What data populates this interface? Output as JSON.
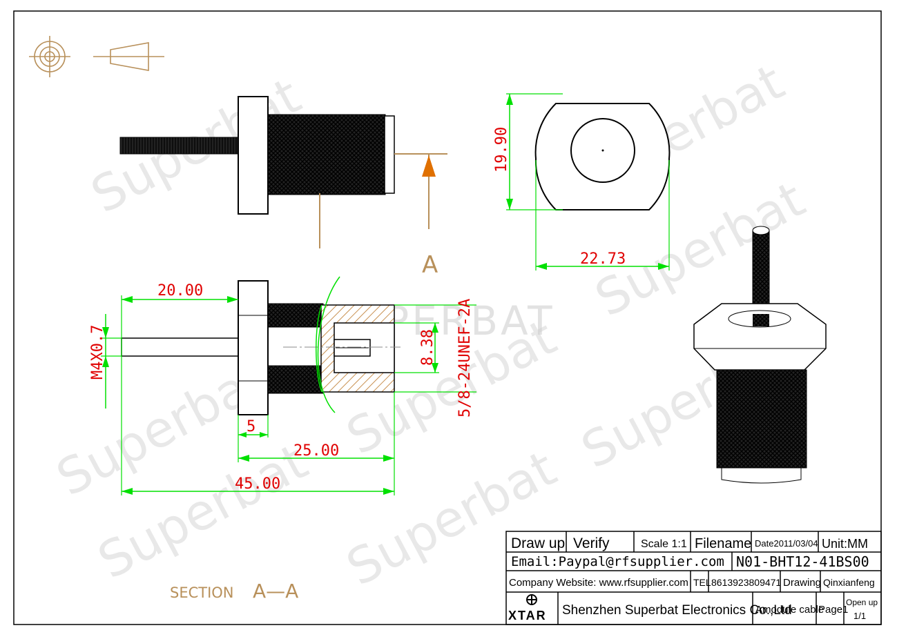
{
  "dimensions": {
    "height_right": "19.90",
    "width_right": "22.73",
    "pin_length": "20.00",
    "pin_thread": "M4X0.7",
    "flange": "5",
    "body_length": "25.00",
    "total_length": "45.00",
    "inner_dia": "8.38",
    "thread_spec": "5/8-24UNEF-2A"
  },
  "section_marker": "A",
  "section_label": {
    "word": "SECTION",
    "name": "A—A"
  },
  "watermarks": {
    "script": "Superbat",
    "caps": "SUPERBAT"
  },
  "title_block": {
    "draw_up": "Draw up",
    "verify": "Verify",
    "scale": "Scale 1:1",
    "filename_label": "Filename",
    "date": "Date2011/03/04",
    "unit": "Unit:MM",
    "email": "Email:Paypal@rfsupplier.com",
    "filename": "N01-BHT12-41BS00",
    "website": "Company Website:  www.rfsupplier.com",
    "tel_label": "TEL",
    "tel": "8613923809471",
    "drawing_label": "Drawing",
    "drawer": "Qinxianfeng",
    "logo_text": "XTAR",
    "company": "Shenzhen Superbat Electronics Co.,Ltd",
    "product": "Amodule cable",
    "page": "Page1",
    "open_up": "Open up",
    "open_up_value": "1/1"
  },
  "colors": {
    "dimension": "#e00000",
    "extension": "#00e000",
    "section": "#b8905a",
    "hatch": "#c89050",
    "outline": "#000000"
  }
}
